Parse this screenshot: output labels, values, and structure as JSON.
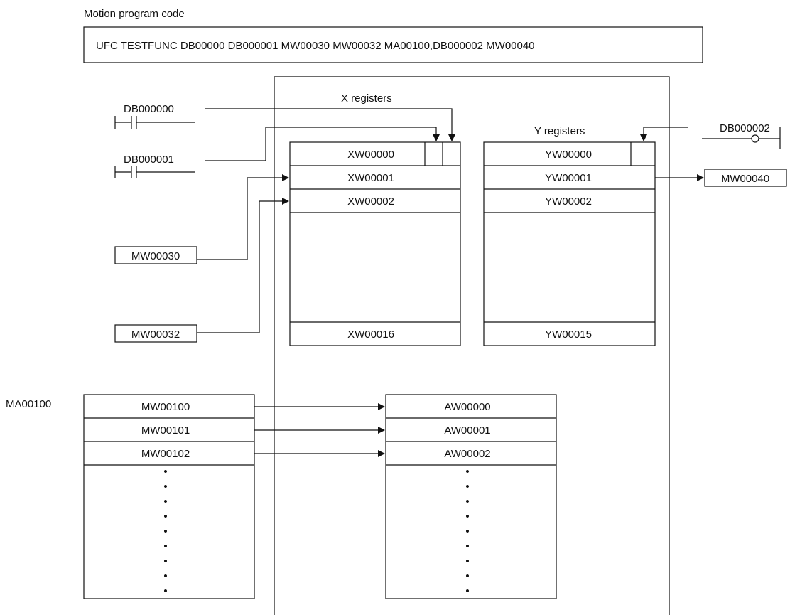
{
  "header": {
    "caption": "Motion program code",
    "code_line": "UFC  TESTFUNC  DB00000 DB000001 MW00030 MW00032 MA00100,DB000002 MW00040"
  },
  "inputs": {
    "contact_1": "DB000000",
    "contact_2": "DB000001",
    "register_1": "MW00030",
    "register_2": "MW00032"
  },
  "x_registers": {
    "title": "X registers",
    "rows": [
      "XW00000",
      "XW00001",
      "XW00002",
      "XW00016"
    ]
  },
  "y_registers": {
    "title": "Y registers",
    "rows": [
      "YW00000",
      "YW00001",
      "YW00002",
      "YW00015"
    ]
  },
  "outputs": {
    "coil": "DB000002",
    "register": "MW00040"
  },
  "ma_table": {
    "label": "MA00100",
    "rows": [
      "MW00100",
      "MW00101",
      "MW00102"
    ],
    "continuation": "•"
  },
  "aw_table": {
    "rows": [
      "AW00000",
      "AW00001",
      "AW00002"
    ],
    "continuation": "•"
  },
  "colors": {
    "line": "#111111",
    "background": "#ffffff"
  }
}
